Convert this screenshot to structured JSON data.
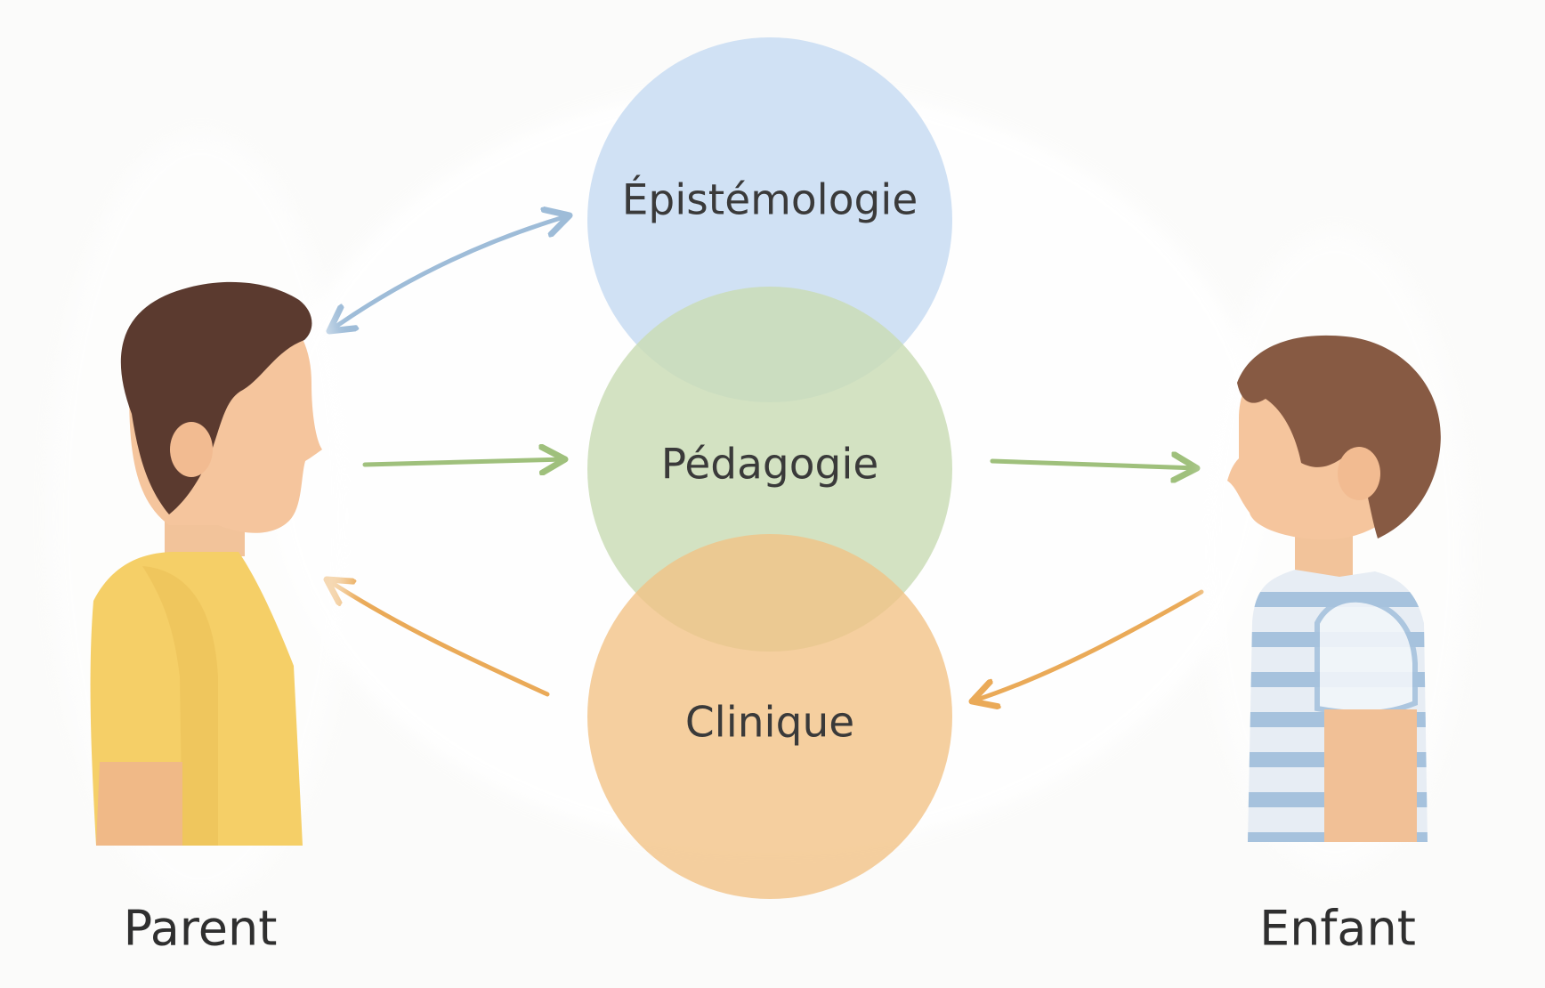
{
  "circles": {
    "top": {
      "label": "Épistémologie",
      "color": "#c8dcf2"
    },
    "middle": {
      "label": "Pédagogie",
      "color": "#c9dcb4"
    },
    "bottom": {
      "label": "Clinique",
      "color": "#f2c284"
    }
  },
  "people": {
    "left": {
      "label": "Parent",
      "shirt_color": "#f5cf67",
      "hair_color": "#5b3a2f"
    },
    "right": {
      "label": "Enfant",
      "shirt_color": "#dde6ee",
      "hair_color": "#875a43"
    }
  },
  "arrow_colors": {
    "blue": "#9ebcd8",
    "green": "#9fc07c",
    "orange": "#eaaa58"
  }
}
